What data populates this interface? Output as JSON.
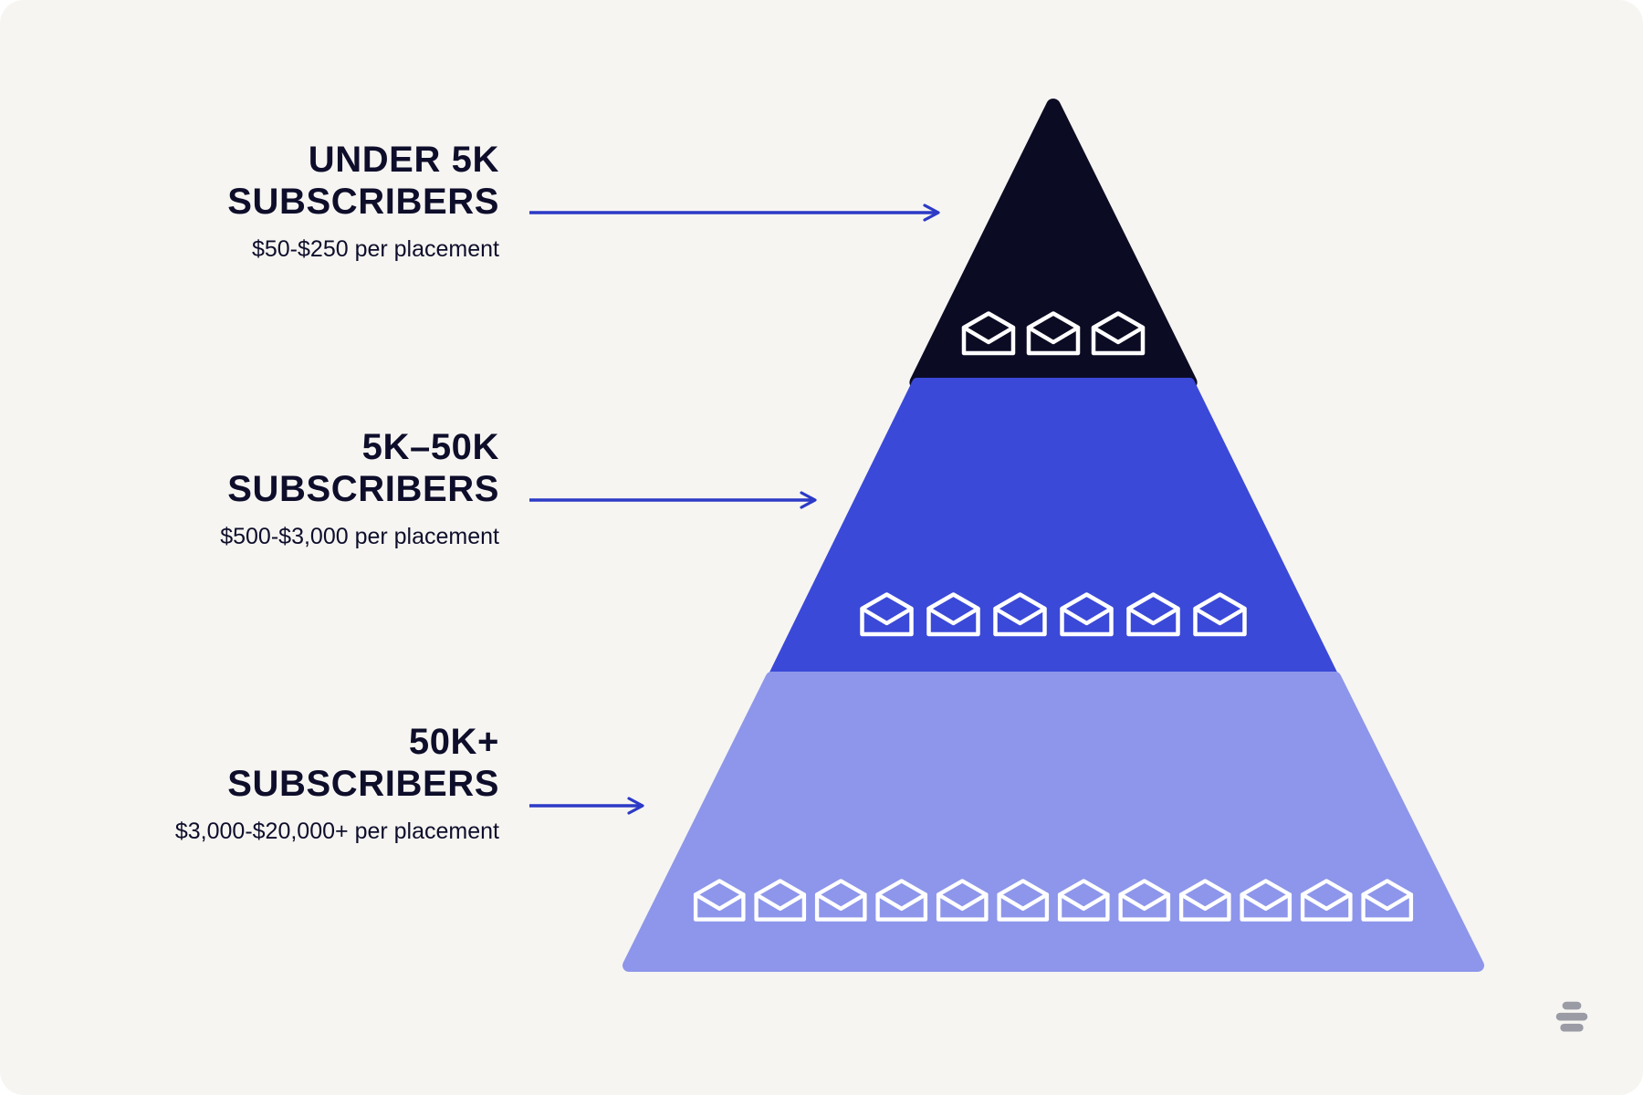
{
  "colors": {
    "background": "#f6f5f2",
    "accent": "#2c3ac6",
    "text": "#0e0e2b",
    "envelope": "#ffffff",
    "logo": "#9b9ba6"
  },
  "tiers": [
    {
      "title_line1": "UNDER 5K",
      "title_line2": "SUBSCRIBERS",
      "price": "$50-$250 per placement",
      "color": "#0b0b24",
      "envelope_count": 3
    },
    {
      "title_line1": "5K–50K",
      "title_line2": "SUBSCRIBERS",
      "price": "$500-$3,000 per placement",
      "color": "#3b49d8",
      "envelope_count": 6
    },
    {
      "title_line1": "50K+",
      "title_line2": "SUBSCRIBERS",
      "price": "$3,000-$20,000+ per placement",
      "color": "#8d96ea",
      "envelope_count": 12
    }
  ],
  "logo": {
    "icon": "beehive-icon"
  }
}
